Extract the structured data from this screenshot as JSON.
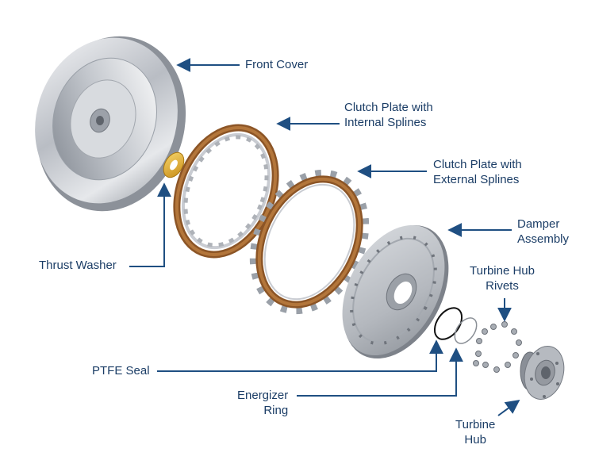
{
  "colors": {
    "label": "#1b3d66",
    "leader": "#1f4f82",
    "friction": "#9a5f2c",
    "steel": "#c9ccd2",
    "washer": "#e1b23a"
  },
  "labels": {
    "front_cover": [
      "Front Cover"
    ],
    "clutch_internal": [
      "Clutch Plate with",
      "Internal Splines"
    ],
    "clutch_external": [
      "Clutch Plate with",
      "External Splines"
    ],
    "damper": [
      "Damper",
      "Assembly"
    ],
    "turbine_rivets": [
      "Turbine Hub",
      "Rivets"
    ],
    "thrust_washer": [
      "Thrust Washer"
    ],
    "ptfe_seal": [
      "PTFE Seal"
    ],
    "energizer_ring": [
      "Energizer",
      "Ring"
    ],
    "turbine_hub": [
      "Turbine",
      "Hub"
    ]
  }
}
